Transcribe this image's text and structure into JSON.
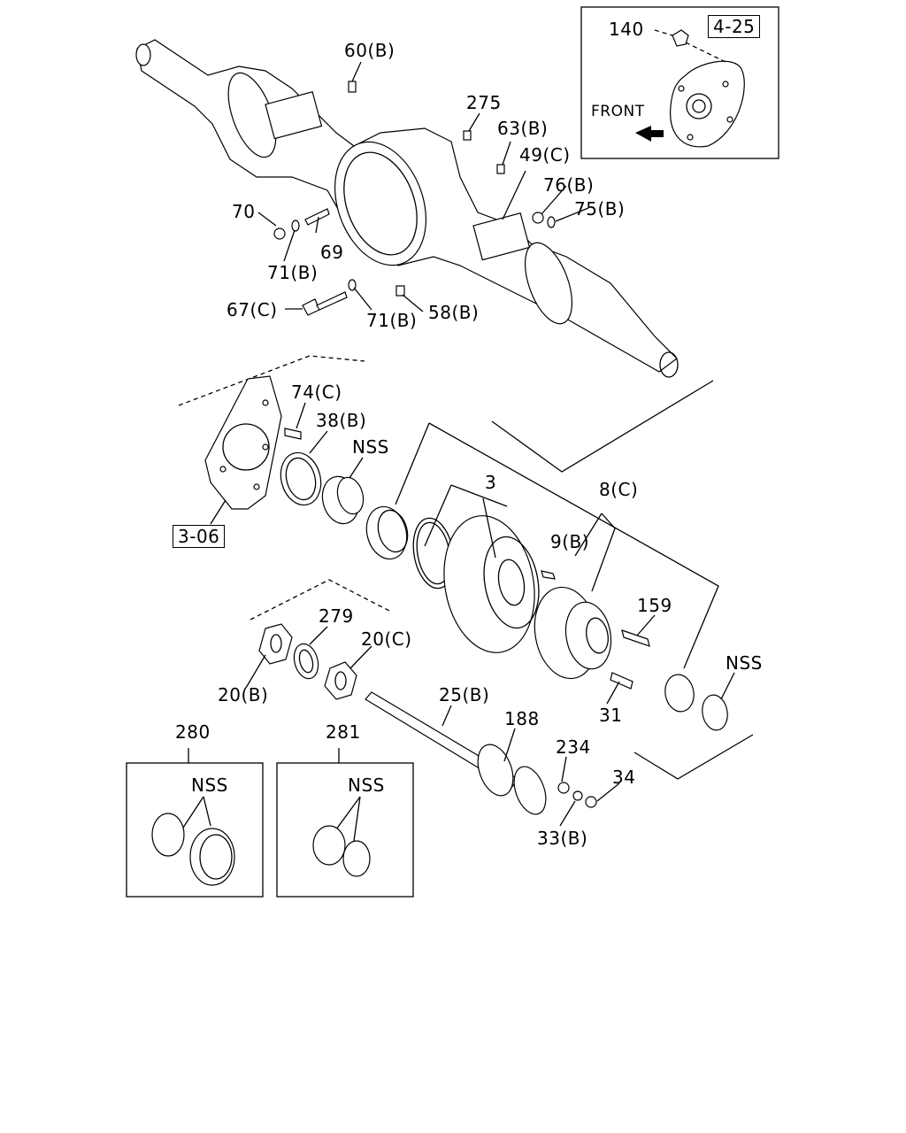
{
  "callouts": {
    "c140": "140",
    "ref_4_25": "4-25",
    "front": "FRONT",
    "c60b": "60(B)",
    "c275": "275",
    "c63b": "63(B)",
    "c49c": "49(C)",
    "c76b": "76(B)",
    "c75b": "75(B)",
    "c70": "70",
    "c69": "69",
    "c71b_upper": "71(B)",
    "c67c": "67(C)",
    "c71b_lower": "71(B)",
    "c58b": "58(B)",
    "c74c": "74(C)",
    "c38b": "38(B)",
    "nss_upper": "NSS",
    "c3": "3",
    "c8c": "8(C)",
    "c9b": "9(B)",
    "ref_3_06": "3-06",
    "c159": "159",
    "c279": "279",
    "c20c": "20(C)",
    "c20b": "20(B)",
    "nss_right": "NSS",
    "c31": "31",
    "c25b": "25(B)",
    "c188": "188",
    "c234": "234",
    "c34": "34",
    "c33b": "33(B)",
    "c280": "280",
    "c281": "281",
    "nss_280": "NSS",
    "nss_281": "NSS"
  }
}
